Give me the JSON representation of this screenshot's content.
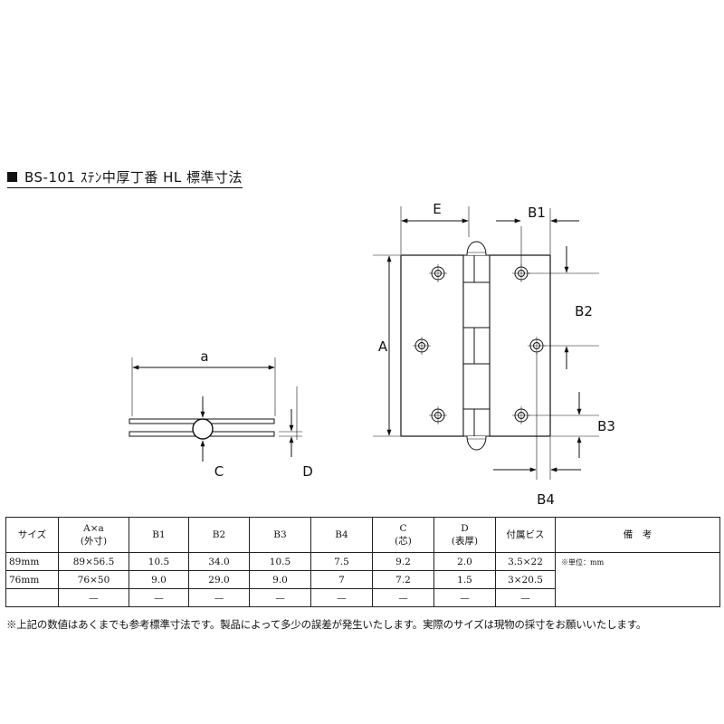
{
  "title": "BS-101 ｽﾃﾝ中厚丁番 HL 標準寸法",
  "labels": {
    "a": "a",
    "A": "A",
    "C": "C",
    "D": "D",
    "E": "E",
    "B1": "B1",
    "B2": "B2",
    "B3": "B3",
    "B4": "B4"
  },
  "table": {
    "headers": [
      {
        "line1": "サイズ",
        "line2": ""
      },
      {
        "line1": "A×a",
        "line2": "(外寸)"
      },
      {
        "line1": "B1",
        "line2": ""
      },
      {
        "line1": "B2",
        "line2": ""
      },
      {
        "line1": "B3",
        "line2": ""
      },
      {
        "line1": "B4",
        "line2": ""
      },
      {
        "line1": "C",
        "line2": "(芯)"
      },
      {
        "line1": "D",
        "line2": "(表厚)"
      },
      {
        "line1": "付属ビス",
        "line2": ""
      },
      {
        "line1": "備　考",
        "line2": ""
      }
    ],
    "rows": [
      [
        "89mm",
        "89×56.5",
        "10.5",
        "34.0",
        "10.5",
        "7.5",
        "9.2",
        "2.0",
        "3.5×22"
      ],
      [
        "76mm",
        "76×50",
        "9.0",
        "29.0",
        "9.0",
        "7",
        "7.2",
        "1.5",
        "3×20.5"
      ],
      [
        "",
        "—",
        "—",
        "—",
        "—",
        "—",
        "—",
        "—",
        "—"
      ]
    ],
    "note": "※単位：mm"
  },
  "footnote": "※上記の数値はあくまでも参考標準寸法です。製品によって多少の誤差が発生いたします。実際のサイズは現物の採寸をお願いいたします。"
}
